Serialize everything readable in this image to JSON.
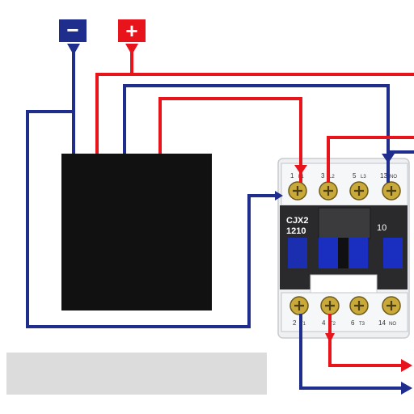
{
  "terminals": {
    "negative": {
      "symbol": "−",
      "color": "#1f2e8c"
    },
    "positive": {
      "symbol": "+",
      "color": "#e8141c"
    }
  },
  "contactor": {
    "model": "CJX2",
    "rating": "1210",
    "aux_contact": "10",
    "top_labels": [
      {
        "num": "1",
        "name": "L1"
      },
      {
        "num": "3",
        "name": "L2"
      },
      {
        "num": "5",
        "name": "L3"
      },
      {
        "num": "13",
        "name": "NO"
      }
    ],
    "bottom_labels": [
      {
        "num": "2",
        "name": "T1"
      },
      {
        "num": "4",
        "name": "T2"
      },
      {
        "num": "6",
        "name": "T3"
      },
      {
        "num": "14",
        "name": "NO"
      }
    ]
  },
  "colors": {
    "wire_red": "#e8141c",
    "wire_blue": "#1f2e8c",
    "module_fill": "#111111",
    "contactor_body": "#eef0f2",
    "contactor_dark": "#2a2a2c",
    "contactor_blue": "#1a2fbf",
    "caption_bar": "#dcdcdc"
  }
}
